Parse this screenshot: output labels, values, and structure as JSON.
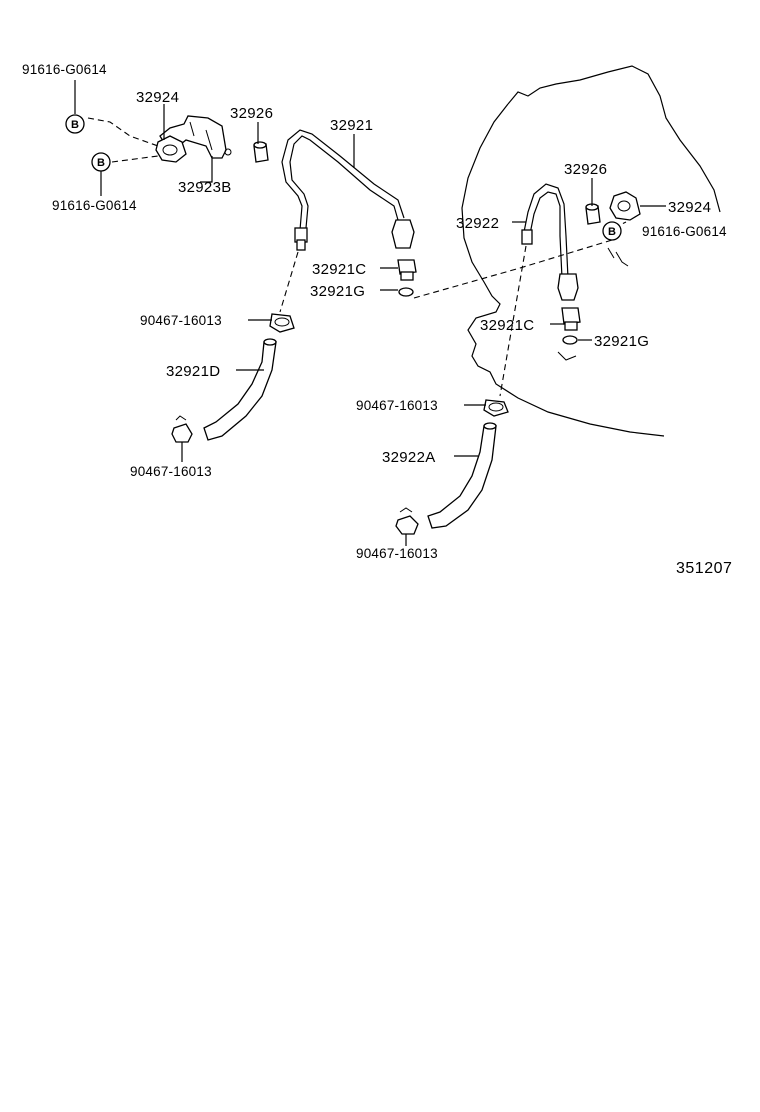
{
  "labels": {
    "bolt_top_left": "91616-G0614",
    "clamp_left": "32924",
    "grommet_left": "32926",
    "pipe_left": "32921",
    "bracket_left": "32923B",
    "bolt_left_lower": "91616-G0614",
    "gasket_c_left": "32921C",
    "gasket_g_left": "32921G",
    "hose_clip_left_upper": "90467-16013",
    "hose_left": "32921D",
    "hose_clip_left_lower": "90467-16013",
    "grommet_right": "32926",
    "pipe_right": "32922",
    "clamp_right": "32924",
    "bolt_right": "91616-G0614",
    "gasket_c_right": "32921C",
    "gasket_g_right": "32921G",
    "hose_clip_right_upper": "90467-16013",
    "hose_right": "32922A",
    "hose_clip_right_lower": "90467-16013",
    "figure_number": "351207"
  },
  "markers": {
    "b1": "B",
    "b2": "B",
    "b3": "B"
  }
}
